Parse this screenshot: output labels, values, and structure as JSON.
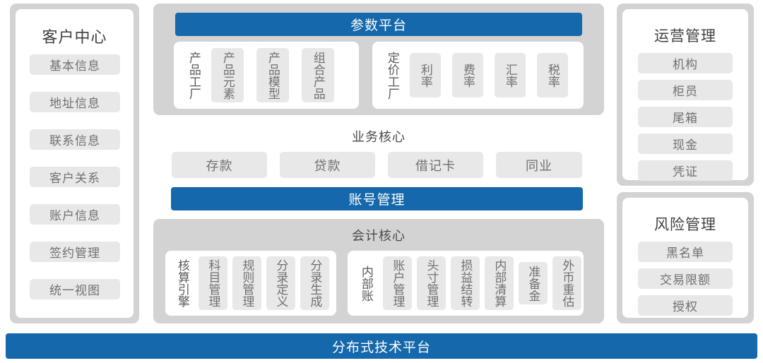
{
  "colors": {
    "accent_blue": "#1468ab",
    "panel_gray": "#d3d3d3",
    "chip_gray": "#e8e8e8",
    "card_white": "#ffffff",
    "title_text": "#3f3f3f",
    "chip_text": "#707070"
  },
  "left_panel": {
    "title": "客户中心",
    "items": [
      {
        "label": "基本信息"
      },
      {
        "label": "地址信息"
      },
      {
        "label": "联系信息"
      },
      {
        "label": "客户关系"
      },
      {
        "label": "账户信息"
      },
      {
        "label": "签约管理"
      },
      {
        "label": "统一视图"
      }
    ]
  },
  "middle": {
    "parameter_platform": {
      "title": "参数平台",
      "groups": [
        {
          "label": "产品工厂",
          "items": [
            {
              "label": "产品元素"
            },
            {
              "label": "产品模型"
            },
            {
              "label": "组合产品"
            }
          ]
        },
        {
          "label": "定价工厂",
          "items": [
            {
              "label": "利率"
            },
            {
              "label": "费率"
            },
            {
              "label": "汇率"
            },
            {
              "label": "税率"
            }
          ]
        }
      ]
    },
    "business_core": {
      "title": "业务核心",
      "items": [
        {
          "label": "存款"
        },
        {
          "label": "贷款"
        },
        {
          "label": "借记卡"
        },
        {
          "label": "同业"
        }
      ]
    },
    "account_management": {
      "title": "账号管理"
    },
    "accounting_core": {
      "title": "会计核心",
      "groups": [
        {
          "label": "核算引擎",
          "items": [
            {
              "label": "科目管理"
            },
            {
              "label": "规则管理"
            },
            {
              "label": "分录定义"
            },
            {
              "label": "分录生成"
            }
          ]
        },
        {
          "label": "内部账",
          "items": [
            {
              "label": "账户管理"
            },
            {
              "label": "头寸管理"
            },
            {
              "label": "损益结转"
            },
            {
              "label": "内部清算"
            },
            {
              "label": "准备金"
            },
            {
              "label": "外币重估"
            }
          ]
        }
      ]
    }
  },
  "right_panels": [
    {
      "title": "运营管理",
      "items": [
        {
          "label": "机构"
        },
        {
          "label": "柜员"
        },
        {
          "label": "尾箱"
        },
        {
          "label": "现金"
        },
        {
          "label": "凭证"
        }
      ]
    },
    {
      "title": "风险管理",
      "items": [
        {
          "label": "黑名单"
        },
        {
          "label": "交易限额"
        },
        {
          "label": "授权"
        }
      ]
    }
  ],
  "bottom_bar": {
    "title": "分布式技术平台"
  }
}
